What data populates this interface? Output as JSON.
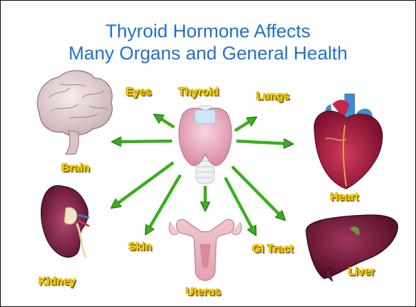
{
  "title": {
    "line1": "Thyroid Hormone Affects",
    "line2": "Many Organs and General Health"
  },
  "labels": {
    "thyroid": "Thyroid",
    "eyes": "Eyes",
    "lungs": "Lungs",
    "brain": "Brain",
    "heart": "Heart",
    "kidney": "Kidney",
    "skin": "Skin",
    "uterus": "Uterus",
    "gi_tract": "GI Tract",
    "liver": "Liver"
  },
  "colors": {
    "title": "#1f6fd1",
    "arrow": "#39b01b",
    "label": "#ffd400"
  }
}
